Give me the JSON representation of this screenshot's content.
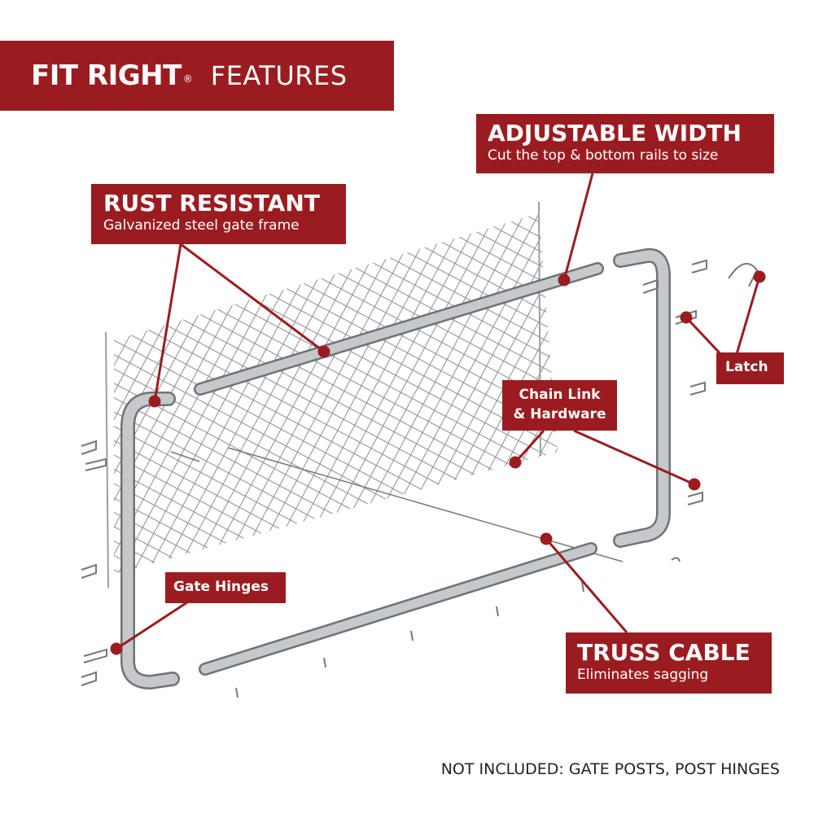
{
  "header": {
    "brand": "FIT RIGHT",
    "registered": "®",
    "title": "FEATURES"
  },
  "callouts": {
    "adjustable_width": {
      "title": "ADJUSTABLE WIDTH",
      "subtitle": "Cut the top & bottom rails to size"
    },
    "rust_resistant": {
      "title": "RUST RESISTANT",
      "subtitle": "Galvanized steel gate frame"
    },
    "latch": {
      "title": "Latch"
    },
    "chain_link": {
      "line1": "Chain Link",
      "line2": "& Hardware"
    },
    "gate_hinges": {
      "title": "Gate Hinges"
    },
    "truss_cable": {
      "title": "TRUSS CABLE",
      "subtitle": "Eliminates sagging"
    }
  },
  "footer": {
    "note": "NOT INCLUDED: GATE POSTS, POST HINGES"
  },
  "colors": {
    "brand_red": "#9b1c20",
    "pipe": "#b8bcc0"
  }
}
